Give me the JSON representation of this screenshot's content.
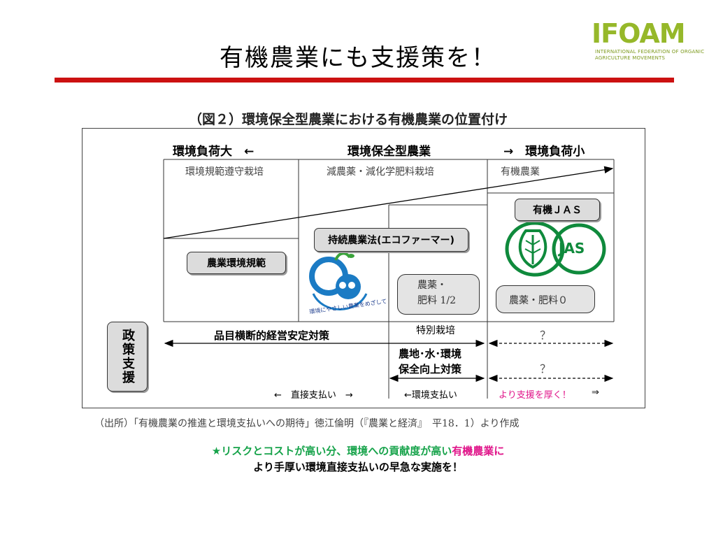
{
  "slide": {
    "title": "有機農業にも支援策を！"
  },
  "logo": {
    "wordmark": "IFOAM",
    "subtitle": "INTERNATIONAL FEDERATION OF ORGANIC AGRICULTURE MOVEMENTS"
  },
  "figure": {
    "caption": "（図２）環境保全型農業における有機農業の位置付け",
    "header": {
      "left": "環境負荷大　←",
      "center": "環境保全型農業",
      "right": "→　環境負荷小"
    },
    "columns": {
      "col1": "環境規範遵守栽培",
      "col2": "減農薬・減化学肥料栽培",
      "col3": "有機農業"
    },
    "boxes": {
      "norms": "農業環境規範",
      "sustainable_law": "持続農業法(エコファーマー)",
      "organic_jas": "有機ＪＡＳ",
      "pesticide_half": [
        "農薬・",
        "肥料 1/2"
      ],
      "pesticide_zero": "農薬・肥料０",
      "jas_mark": "JAS",
      "eco_logo_text": "環境にやさしい農業をめざして"
    },
    "policy": {
      "label": "政策支援",
      "special_cultivation": "特別栽培",
      "cross_item": "品目横断的経営安定対策",
      "farmland": [
        "農地･水･環境",
        "保全向上対策"
      ],
      "question1": "？",
      "question2": "？",
      "direct_payment": "←　直接支払い　→",
      "env_payment": "←環境支払い",
      "more_support": "より支援を厚く！",
      "more_support_arrow": "⇒"
    }
  },
  "source_note": "（出所）「有機農業の推進と環境支払いへの期待」徳江倫明（『農業と経済』　平18．1）より作成",
  "message": {
    "line1_green": "★リスクとコストが高い分、環境への貢献度が高い",
    "line1_magenta": "有機農業に",
    "line2": "より手厚い環境直接支払いの早急な実施を！"
  },
  "colors": {
    "accent_rule": "#cc1111",
    "logo": "#96b82a",
    "jas_green": "#0f8a3c",
    "eco_blue": "#1b7bc4",
    "highlight_green": "#16a34a",
    "highlight_magenta": "#e0168a"
  }
}
